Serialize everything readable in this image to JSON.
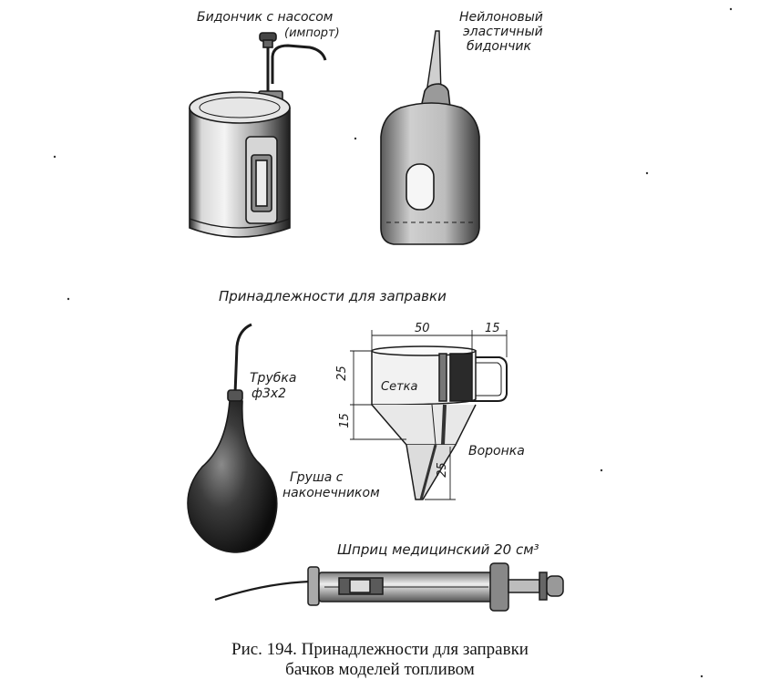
{
  "labels": {
    "can_with_pump_line1": "Бидончик с насосом",
    "can_with_pump_line2": "(импорт)",
    "nylon_can_line1": "Нейлоновый",
    "nylon_can_line2": "эластичный",
    "nylon_can_line3": "бидончик",
    "section_title": "Принадлежности для заправки",
    "tube_line1": "Трубка",
    "tube_line2": "ф3x2",
    "bulb_line1": "Груша с",
    "bulb_line2": "наконечником",
    "mesh": "Сетка",
    "funnel": "Воронка",
    "syringe": "Шприц медицинский 20 см³"
  },
  "dimensions": {
    "funnel_width": "50",
    "handle_width": "15",
    "cup_height": "25",
    "cone_height": "15",
    "spout_height": "25"
  },
  "caption": {
    "line1": "Рис. 194. Принадлежности для заправки",
    "line2": "бачков моделей топливом"
  },
  "colors": {
    "ink": "#1b1b1b",
    "paper": "#ffffff",
    "shade": "#3a3a3a"
  }
}
